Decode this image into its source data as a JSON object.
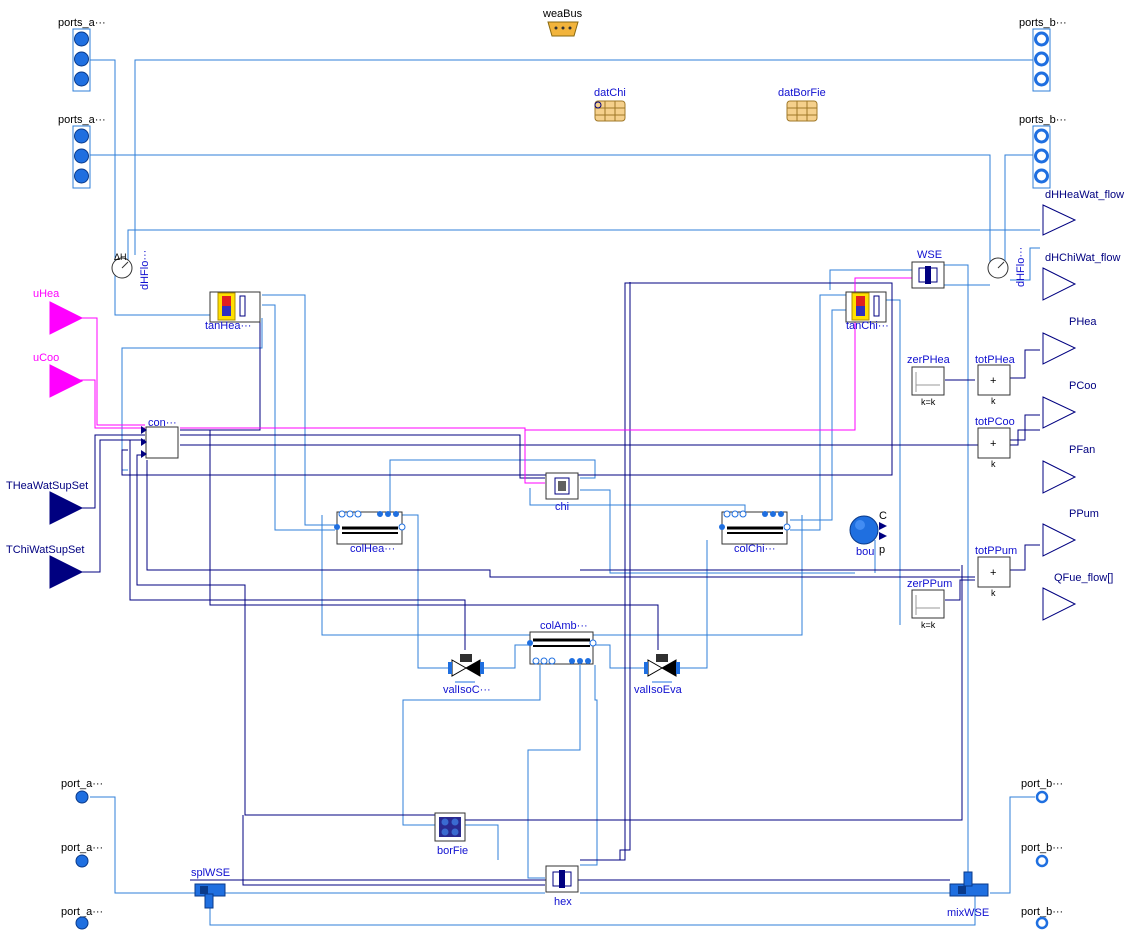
{
  "colors": {
    "fluid_line": "#2f7fd8",
    "signal_line": "#000080",
    "real_input": "#ff00ff",
    "real_input_dark": "#000080",
    "label_blue": "#1010d0",
    "port_fill": "#1f6fe0",
    "record_fill": "#f5d08c",
    "bus_fill": "#f2b43c"
  },
  "labels": {
    "weaBus": "weaBus",
    "datChi": "datChi",
    "datBorFie": "datBorFie",
    "ports_a1": "ports_a···",
    "ports_a2": "ports_a···",
    "ports_b1": "ports_b···",
    "ports_b2": "ports_b···",
    "dHHeaWat_flow": "dHHeaWat_flow",
    "dHChiWat_flow": "dHChiWat_flow",
    "PHea": "PHea",
    "PCoo": "PCoo",
    "PFan": "PFan",
    "PPum": "PPum",
    "QFue_flow": "QFue_flow[]",
    "uHea": "uHea",
    "uCoo": "uCoo",
    "THeaWatSupSet": "THeaWatSupSet",
    "TChiWatSupSet": "TChiWatSupSet",
    "dHFlo1": "dHFlo···",
    "dHFlo2": "dHFlo···",
    "tanHea": "tanHea···",
    "tanChi": "tanChi···",
    "WSE": "WSE",
    "con": "con···",
    "chi": "chi",
    "colHea": "colHea···",
    "colChi": "colChi···",
    "bou": "bou",
    "bou_p": "p",
    "bou_C": "C",
    "zerPHea": "zerPHea",
    "zerPHea_k": "k=k",
    "totPHea": "totPHea",
    "totPHea_k": "k",
    "totPCoo": "totPCoo",
    "totPCoo_k": "k",
    "totPPum": "totPPum",
    "totPPum_k": "k",
    "zerPPum": "zerPPum",
    "zerPPum_k": "k=k",
    "colAmb": "colAmb···",
    "valIsoCon": "valIsoC···",
    "valIsoEva": "valIsoEva",
    "borFie": "borFie",
    "hex": "hex",
    "splWSE": "splWSE",
    "mixWSE": "mixWSE",
    "port_a1": "port_a···",
    "port_a2": "port_a···",
    "port_a3": "port_a···",
    "port_b1": "port_b···",
    "port_b2": "port_b···",
    "port_b3": "port_b···",
    "plus": "+",
    "plus2": "+",
    "plus3": "+"
  },
  "icons": {
    "weaBus": "weather-bus-connector-icon",
    "record": "parameter-record-icon",
    "sensor": "energy-flow-sensor-icon",
    "tank": "storage-tank-icon",
    "hex": "heat-exchanger-icon",
    "valve": "isolation-valve-icon",
    "pump": "pump-icon",
    "boundary": "pressure-boundary-icon",
    "borefield": "borefield-icon"
  }
}
